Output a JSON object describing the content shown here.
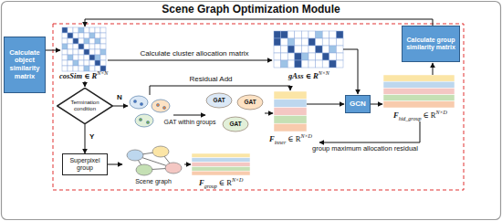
{
  "diagram": {
    "title": "Scene Graph Optimization Module",
    "nodes": [
      {
        "text": [
          "Calculate object similarity matrix"
        ]
      },
      {
        "text": [
          "Calculate group similarity matrix"
        ]
      },
      {
        "text": [
          "Termination condition"
        ]
      },
      {
        "text": [
          "GCN"
        ]
      },
      {
        "text": [
          "Superpixel group"
        ]
      }
    ],
    "edges": [
      {
        "from": 2,
        "to": 4,
        "arrow": "to",
        "label": "Y"
      }
    ],
    "labels": [
      "cosSim ∈ R",
      "N×N",
      "Calculate cluster allocation matrix",
      "gAss ∈ R",
      "N×N",
      "N",
      "Residual Add",
      "GAT within groups",
      "GAT",
      "GAT",
      "GAT",
      "F",
      "inner",
      "∈ R",
      "N×D",
      "F",
      "hid_group",
      "∈ R",
      "N×D",
      "group maximum allocation residual",
      "Scene graph",
      "F",
      "group",
      "∈ R",
      "N×D"
    ]
  }
}
